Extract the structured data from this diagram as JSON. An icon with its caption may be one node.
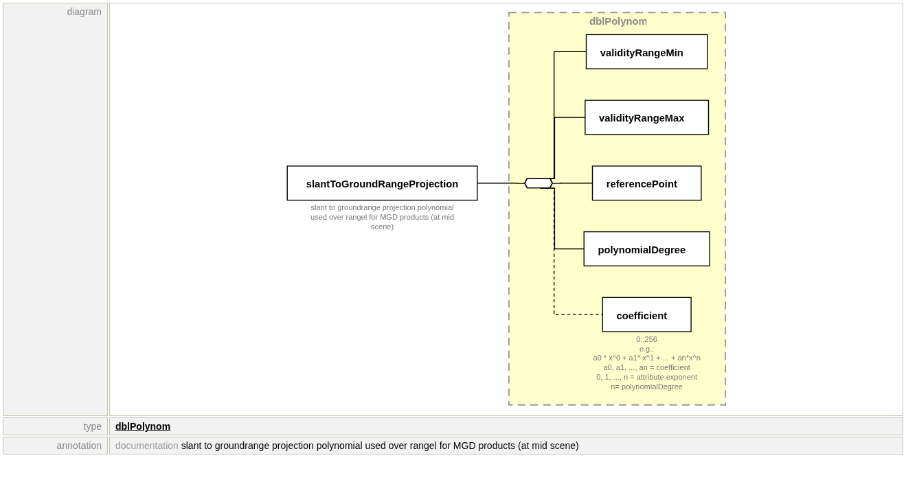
{
  "diagram": {
    "nodes": [
      {
        "text": [
          "dblPolynom"
        ]
      },
      {
        "text": [
          "slantToGroundRangeProjection"
        ],
        "beside": [
          "slant to groundrange projection polynomial used over rangel for MGD products (at mid scene)"
        ]
      },
      {
        "text": [],
        "shape": "octagon",
        "in": 0
      },
      {
        "text": [
          "validityRangeMin"
        ],
        "in": 0
      },
      {
        "text": [
          "validityRangeMax"
        ],
        "in": 0
      },
      {
        "text": [
          "referencePoint"
        ],
        "in": 0
      },
      {
        "text": [
          "polynomialDegree"
        ],
        "in": 0
      },
      {
        "text": [
          "coefficient"
        ],
        "in": 0,
        "beside": [
          "0..256",
          "e.g.:",
          "a0 * x^0 + a1* x^1 + ... + an*x^n",
          "a0, a1, ..., an = coefficient",
          "0, 1, ..., n = attribute exponent",
          "n= polynomialDegree"
        ]
      }
    ],
    "edges": [
      {
        "from": 1,
        "to": 2,
        "arrow": "none"
      },
      {
        "from": 2,
        "to": 3,
        "arrow": "none"
      },
      {
        "from": 2,
        "to": 4,
        "arrow": "none"
      },
      {
        "from": 2,
        "to": 5,
        "arrow": "none"
      },
      {
        "from": 2,
        "to": 6,
        "arrow": "none"
      },
      {
        "from": 2,
        "to": 7,
        "arrow": "none",
        "style": "dashed"
      }
    ],
    "labels": [
      "diagram",
      "type",
      "dblPolynom",
      "annotation",
      "documentation",
      "slant to groundrange projection polynomial used over rangel for MGD products (at mid scene)"
    ]
  }
}
